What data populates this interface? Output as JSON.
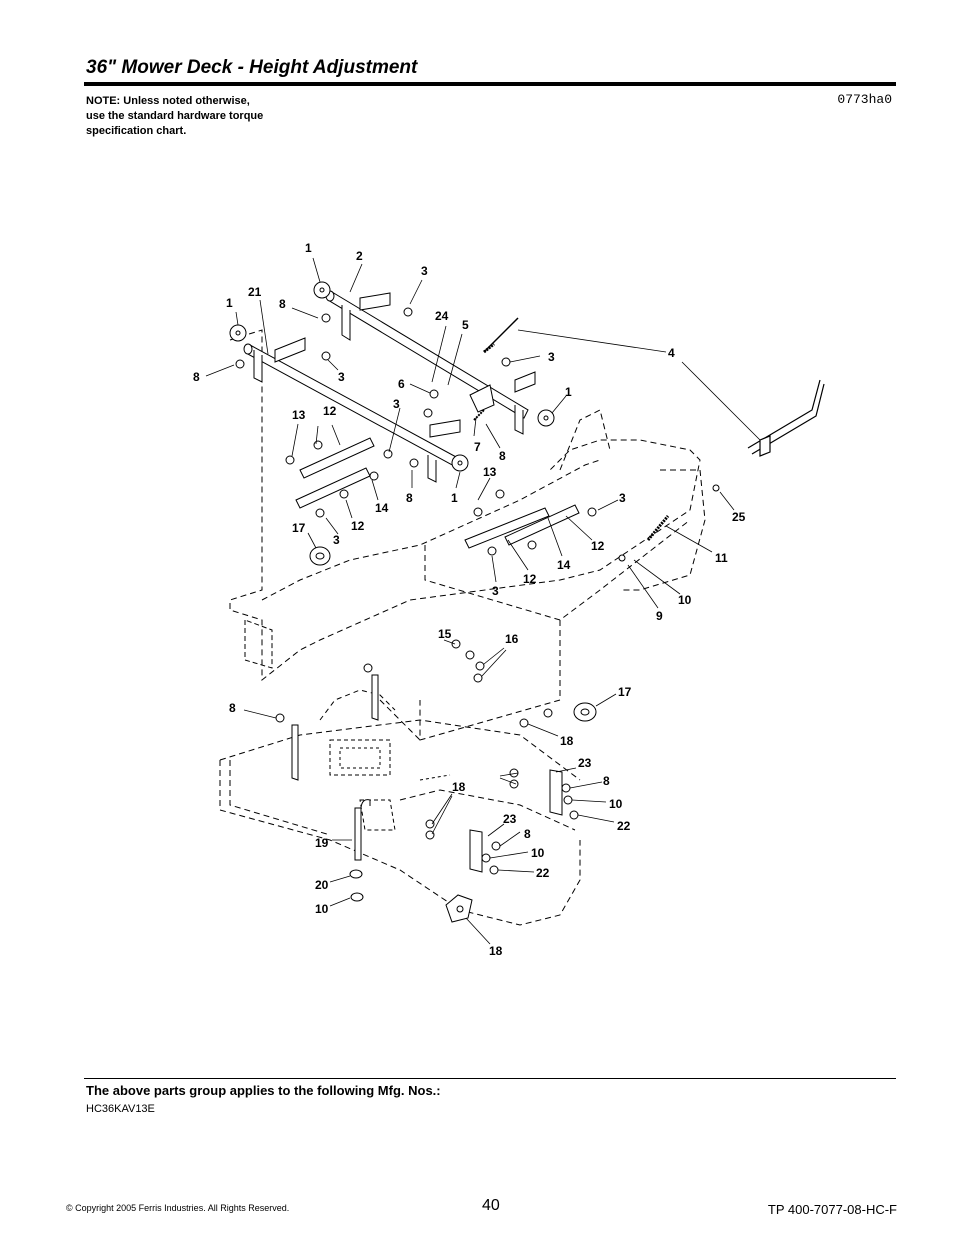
{
  "header": {
    "title": "36\" Mower Deck - Height Adjustment",
    "note_lines": [
      "NOTE: Unless noted otherwise,",
      "use the standard hardware torque",
      "specification chart."
    ],
    "drawing_ref": "0773ha0"
  },
  "diagram": {
    "callouts": [
      {
        "label": "1"
      },
      {
        "label": "2"
      },
      {
        "label": "3"
      },
      {
        "label": "1"
      },
      {
        "label": "21"
      },
      {
        "label": "8"
      },
      {
        "label": "24"
      },
      {
        "label": "5"
      },
      {
        "label": "4"
      },
      {
        "label": "3"
      },
      {
        "label": "8"
      },
      {
        "label": "3"
      },
      {
        "label": "6"
      },
      {
        "label": "1"
      },
      {
        "label": "3"
      },
      {
        "label": "13"
      },
      {
        "label": "12"
      },
      {
        "label": "7"
      },
      {
        "label": "8"
      },
      {
        "label": "13"
      },
      {
        "label": "1"
      },
      {
        "label": "8"
      },
      {
        "label": "14"
      },
      {
        "label": "12"
      },
      {
        "label": "3"
      },
      {
        "label": "25"
      },
      {
        "label": "17"
      },
      {
        "label": "3"
      },
      {
        "label": "12"
      },
      {
        "label": "14"
      },
      {
        "label": "11"
      },
      {
        "label": "12"
      },
      {
        "label": "3"
      },
      {
        "label": "10"
      },
      {
        "label": "9"
      },
      {
        "label": "15"
      },
      {
        "label": "16"
      },
      {
        "label": "17"
      },
      {
        "label": "8"
      },
      {
        "label": "18"
      },
      {
        "label": "23"
      },
      {
        "label": "18"
      },
      {
        "label": "8"
      },
      {
        "label": "10"
      },
      {
        "label": "22"
      },
      {
        "label": "23"
      },
      {
        "label": "8"
      },
      {
        "label": "19"
      },
      {
        "label": "10"
      },
      {
        "label": "22"
      },
      {
        "label": "20"
      },
      {
        "label": "10"
      },
      {
        "label": "18"
      }
    ]
  },
  "footer": {
    "applies_text": "The above parts group applies to the following Mfg. Nos.:",
    "mfg_no": "HC36KAV13E",
    "copyright": "© Copyright  2005 Ferris Industries. All Rights Reserved.",
    "page_number": "40",
    "tp_number": "TP 400-7077-08-HC-F"
  }
}
